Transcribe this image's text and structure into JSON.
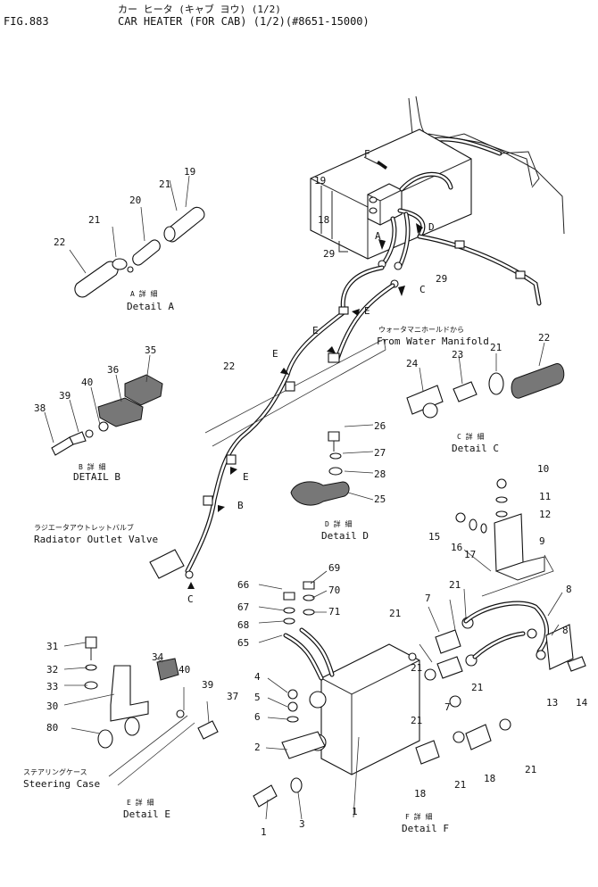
{
  "header": {
    "fig": "FIG.883",
    "title_jp": "カー ヒータ (キャブ ヨウ) (1/2)",
    "title": "CAR HEATER (FOR CAB) (1/2)(#8651-15000)"
  },
  "captions": {
    "detail_a_jp": "A 詳 細",
    "detail_a": "Detail A",
    "detail_b_jp": "B 詳 細",
    "detail_b": "DETAIL B",
    "detail_c_jp": "C 詳 細",
    "detail_c": "Detail C",
    "detail_d_jp": "D 詳 細",
    "detail_d": "Detail D",
    "detail_e_jp": "E 詳 細",
    "detail_e": "Detail E",
    "detail_f_jp": "F 詳 細",
    "detail_f": "Detail F",
    "water_jp": "ウォータマニホールドから",
    "water": "From Water Manifold",
    "radiator_jp": "ラジエータアウトレットバルブ",
    "radiator": "Radiator Outlet Valve",
    "steering_jp": "ステアリングケース",
    "steering": "Steering Case"
  },
  "letters": {
    "f": "F",
    "d": "D",
    "c": "C",
    "e": "E",
    "b": "B",
    "a": "A"
  },
  "callouts": {
    "n1": "1",
    "n2": "2",
    "n3": "3",
    "n4": "4",
    "n5": "5",
    "n6": "6",
    "n7": "7",
    "n8": "8",
    "n9": "9",
    "n10": "10",
    "n11": "11",
    "n12": "12",
    "n13": "13",
    "n14": "14",
    "n15": "15",
    "n16": "16",
    "n17": "17",
    "n18": "18",
    "n19": "19",
    "n20": "20",
    "n21": "21",
    "n22": "22",
    "n23": "23",
    "n24": "24",
    "n25": "25",
    "n26": "26",
    "n27": "27",
    "n28": "28",
    "n29": "29",
    "n30": "30",
    "n31": "31",
    "n32": "32",
    "n33": "33",
    "n34": "34",
    "n35": "35",
    "n36": "36",
    "n37": "37",
    "n38": "38",
    "n39": "39",
    "n40": "40",
    "n65": "65",
    "n66": "66",
    "n67": "67",
    "n68": "68",
    "n69": "69",
    "n70": "70",
    "n71": "71",
    "n80": "80"
  }
}
